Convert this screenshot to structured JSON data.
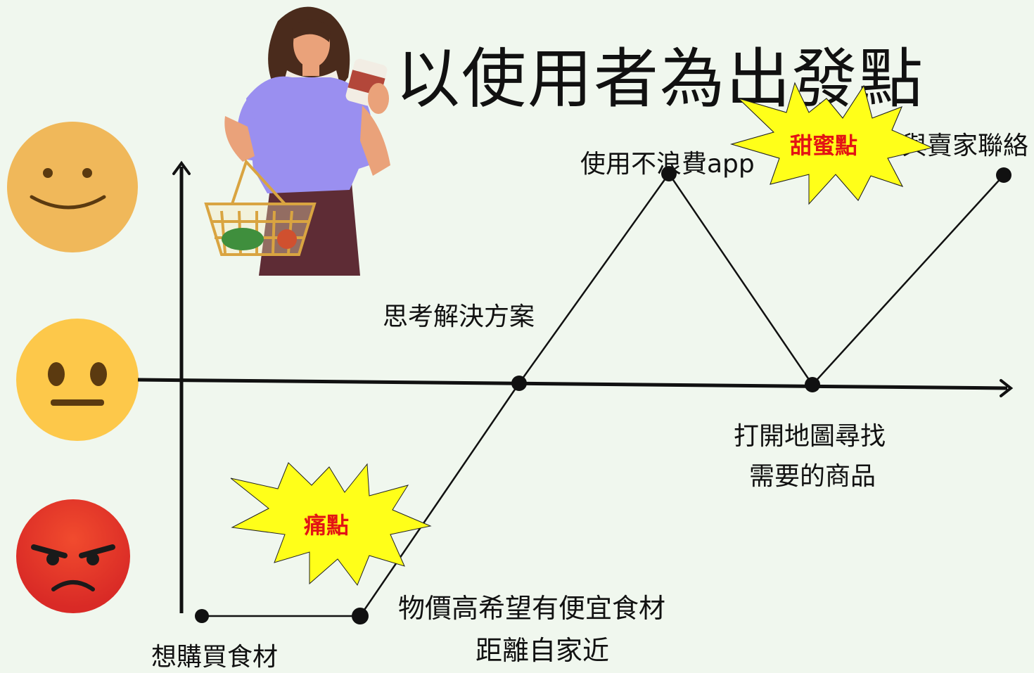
{
  "title": "以使用者為出發點",
  "labels": {
    "buy_food": "想購買食材",
    "price_line1": "物價高希望有便宜食材",
    "price_line2": "距離自家近",
    "think": "思考解決方案",
    "use_app": "使用不浪費app",
    "map_line1": "打開地圖尋找",
    "map_line2": "需要的商品",
    "contact": "與賣家聯絡"
  },
  "bursts": {
    "pain": "痛點",
    "sweet": "甜蜜點"
  },
  "emotions": [
    "happy-face",
    "neutral-face",
    "angry-face"
  ],
  "colors": {
    "background": "#f0f7ee",
    "burst_fill": "#ffff19",
    "burst_text": "#e31414",
    "line": "#111111",
    "happy": "#f0b85a",
    "neutral": "#fdc84a",
    "angry": "#e8322c"
  }
}
